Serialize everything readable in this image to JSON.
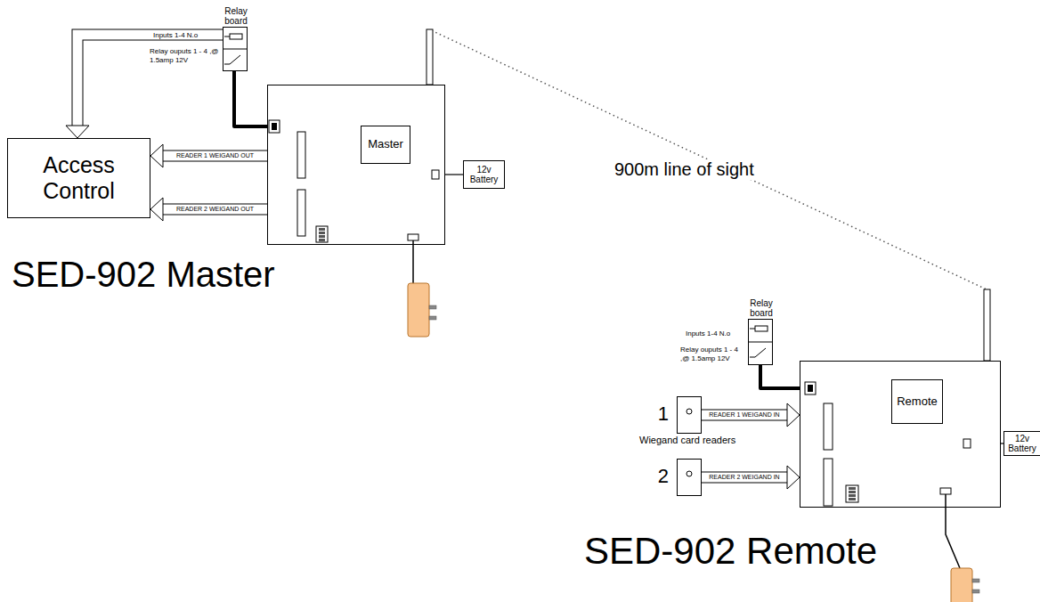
{
  "diagram": {
    "nodes": [
      {
        "text": [
          "Relay board"
        ]
      },
      {
        "text": [
          "SED-902 Master"
        ]
      },
      {
        "text": [
          "Master"
        ],
        "in": 1
      },
      {
        "text": [
          "Access Control"
        ]
      },
      {
        "text": [
          "12v Battery"
        ]
      },
      {
        "text": [
          "Relay board"
        ]
      },
      {
        "text": [
          "SED-902 Remote"
        ]
      },
      {
        "text": [
          "Remote"
        ],
        "in": 6
      },
      {
        "text": [
          "1"
        ]
      },
      {
        "text": [
          "2"
        ]
      },
      {
        "text": [
          "12v Battery"
        ]
      }
    ],
    "edges": [
      {
        "from": 0,
        "to": 3,
        "arrow": "to"
      },
      {
        "from": 1,
        "to": 3,
        "label": "READER 1 WEIGAND OUT",
        "arrow": "to"
      },
      {
        "from": 1,
        "to": 3,
        "label": "READER 2 WEIGAND OUT",
        "arrow": "to"
      },
      {
        "from": 0,
        "to": 1,
        "arrow": "none"
      },
      {
        "from": 4,
        "to": 1,
        "arrow": "none"
      },
      {
        "from": 1,
        "to": 6,
        "label": "900m line of sight",
        "arrow": "none"
      },
      {
        "from": 8,
        "to": 6,
        "label": "READER 1 WEIGAND IN",
        "arrow": "to"
      },
      {
        "from": 9,
        "to": 6,
        "label": "READER 2 WEIGAND IN",
        "arrow": "to"
      },
      {
        "from": 5,
        "to": 6,
        "arrow": "none"
      },
      {
        "from": 10,
        "to": 6,
        "arrow": "none"
      }
    ],
    "labels": [
      "Inputs 1-4 N.o",
      "Relay ouputs 1 - 4 ,@ 1.5amp 12V",
      "Inputs 1-4 N.o",
      "Relay ouputs 1 - 4 ,@ 1.5amp 12V",
      "Wiegand card readers"
    ]
  }
}
